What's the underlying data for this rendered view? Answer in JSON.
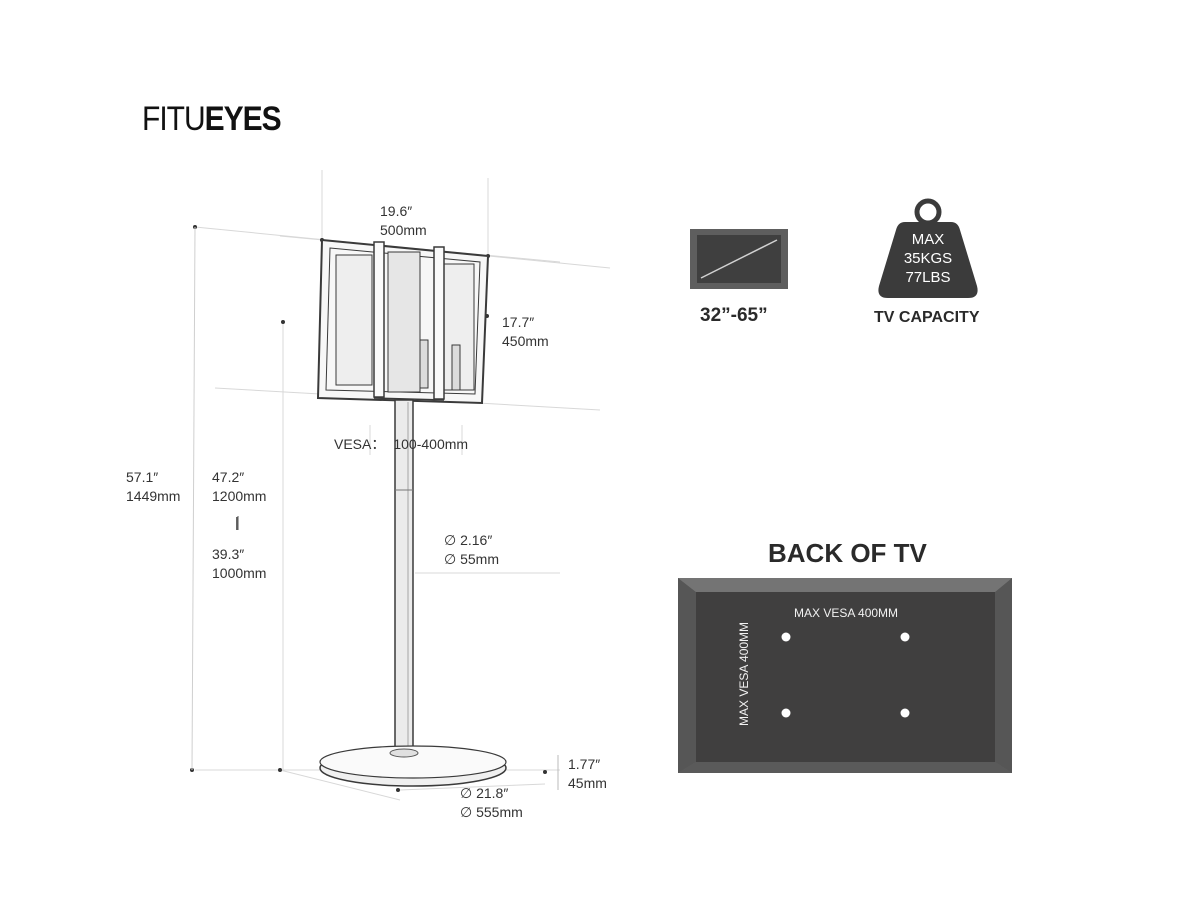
{
  "brand": {
    "light": "FITU",
    "bold": "EYES"
  },
  "stand": {
    "width": {
      "in": "19.6″",
      "mm": "500mm"
    },
    "height_bracket": {
      "in": "17.7″",
      "mm": "450mm"
    },
    "vesa": {
      "label": "VESA：",
      "value": "100-400mm"
    },
    "total_height": {
      "in": "57.1″",
      "mm": "1449mm"
    },
    "max_height": {
      "in": "47.2″",
      "mm": "1200mm"
    },
    "separator": "|",
    "min_height": {
      "in": "39.3″",
      "mm": "1000mm"
    },
    "pole_diameter": {
      "in": "∅ 2.16″",
      "mm": "∅ 55mm"
    },
    "base_height": {
      "in": "1.77″",
      "mm": "45mm"
    },
    "base_diameter": {
      "in": "∅ 21.8″",
      "mm": "∅ 555mm"
    }
  },
  "tv_size": {
    "label": "32”-65”"
  },
  "capacity": {
    "max": "MAX",
    "kgs": "35KGS",
    "lbs": "77LBS",
    "label": "TV CAPACITY"
  },
  "back_of_tv": {
    "title": "BACK OF TV",
    "vesa_horizontal": "MAX VESA 400MM",
    "vesa_vertical": "MAX VESA 400MM"
  },
  "colors": {
    "panel": "#403f3f",
    "panel_border": "#6e6e6e",
    "weight_fill": "#3b3b3b",
    "line": "#333333"
  }
}
